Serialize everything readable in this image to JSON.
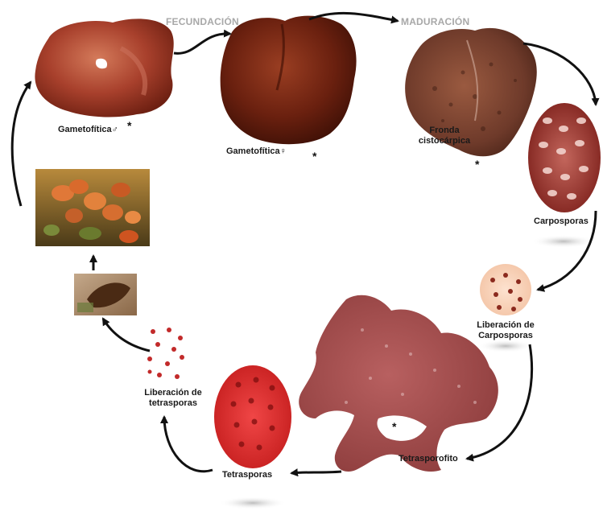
{
  "stages": {
    "fecundacion": "FECUNDACIÓN",
    "maduracion": "MADURACIÓN"
  },
  "labels": {
    "gametofitica_male": "Gametofítica♂",
    "gametofitica_female": "Gametofítica♀",
    "fronda_line1": "Fronda",
    "fronda_line2": "cistocárpica",
    "carposporas": "Carposporas",
    "liberacion_carpo_line1": "Liberación de",
    "liberacion_carpo_line2": "Carposporas",
    "tetrasporofito": "Tetrasporofito",
    "tetrasporas": "Tetrasporas",
    "liberacion_tetra_line1": "Liberación de",
    "liberacion_tetra_line2": "tetrasporas"
  },
  "marker": "*",
  "colors": {
    "arrow": "#111111",
    "stage_text": "#a8a8a8",
    "thallus_red": "#a43a2e",
    "thallus_dark": "#5a1d10",
    "tetra_red": "#d92a2a",
    "carpo_red": "#8b2a1e"
  }
}
